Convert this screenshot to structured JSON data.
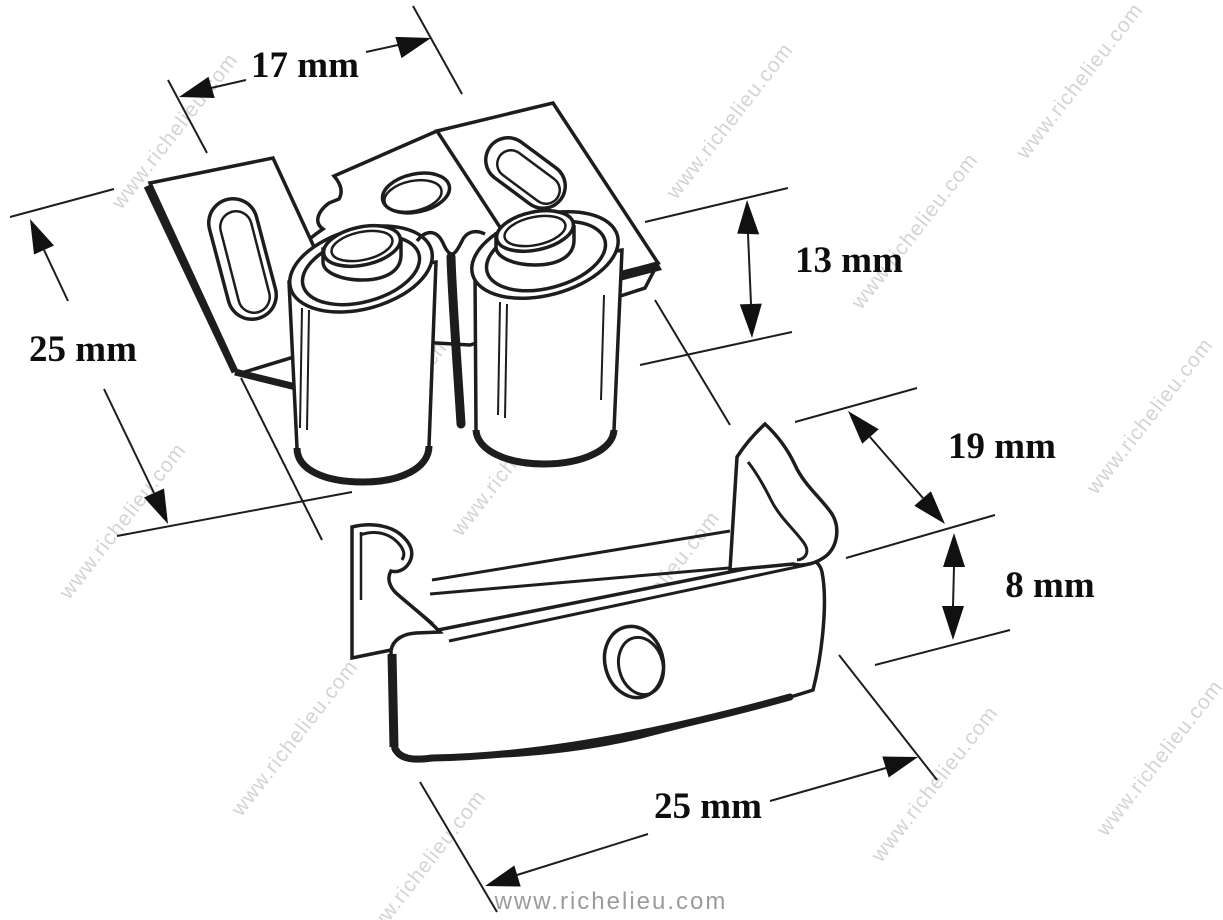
{
  "figure": {
    "type": "technical-dimension-drawing",
    "subject": "Double roller catch with strike clip",
    "background": "#ffffff",
    "line_color": "#1d1d1d"
  },
  "parts": {
    "top": "double-roller-catch",
    "bottom": "strike-clip"
  },
  "dims": {
    "d17": {
      "label": "17 mm"
    },
    "d25l": {
      "label": "25 mm"
    },
    "d13": {
      "label": "13 mm"
    },
    "d19": {
      "label": "19 mm"
    },
    "d8": {
      "label": "8 mm"
    },
    "d25b": {
      "label": "25 mm"
    }
  },
  "watermark": {
    "text": "www.richelieu.com",
    "diagonal_color": "#d4d4d4",
    "bottom_color": "#9b9b9b"
  }
}
